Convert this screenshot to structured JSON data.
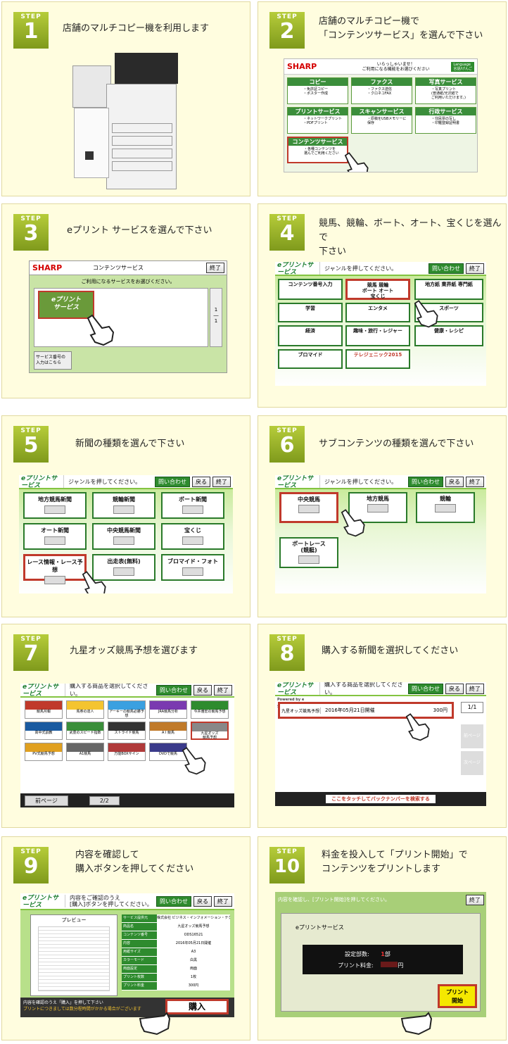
{
  "steps": [
    {
      "label": "STEP",
      "num": "1",
      "text": "店舗のマルチコピー機を利用します"
    },
    {
      "label": "STEP",
      "num": "2",
      "text": "店舗のマルチコピー機で\n「コンテンツサービス」を選んで下さい"
    },
    {
      "label": "STEP",
      "num": "3",
      "text": "eプリント サービスを選んで下さい"
    },
    {
      "label": "STEP",
      "num": "4",
      "text": "競馬、競輪、ボート、オート、宝くじを選んで\n下さい"
    },
    {
      "label": "STEP",
      "num": "5",
      "text": "新聞の種類を選んで下さい"
    },
    {
      "label": "STEP",
      "num": "6",
      "text": "サブコンテンツの種類を選んで下さい"
    },
    {
      "label": "STEP",
      "num": "7",
      "text": "九星オッズ競馬予想を選びます"
    },
    {
      "label": "STEP",
      "num": "8",
      "text": "購入する新聞を選択してください"
    },
    {
      "label": "STEP",
      "num": "9",
      "text": "内容を確認して\n購入ボタンを押してください"
    },
    {
      "label": "STEP",
      "num": "10",
      "text": "料金を投入して「プリント開始」で\nコンテンツをプリントします"
    }
  ],
  "s2": {
    "brand": "SHARP",
    "welcome": "いらっしゃいませ！\nご利用になる機能をお選びください",
    "lang": "Language\n言語/げんご",
    "tiles": [
      {
        "t": "コピー",
        "d": "・免許証コピー\n・ポスター作成",
        "m": "など"
      },
      {
        "t": "ファクス",
        "d": "・ファクス送信\n・クロネコFAX",
        "m": ""
      },
      {
        "t": "写真サービス",
        "d": "・写真プリント\n(普通紙/光沢紙で\nご利用いただけます。)",
        "m": ""
      },
      {
        "t": "プリントサービス",
        "d": "・ネットワークプリント\n・PDFプリント",
        "m": "など"
      },
      {
        "t": "スキャンサービス",
        "d": "・原稿をUSBメモリーに\n保存",
        "m": ""
      },
      {
        "t": "行政サービス",
        "d": "・住民票の写し\n・印鑑登録証明書",
        "m": "など"
      },
      {
        "t": "コンテンツサービス",
        "d": "・各種コンテンツを\n選んでご利用ください",
        "m": ""
      }
    ]
  },
  "s3": {
    "brand": "SHARP",
    "title": "コンテンツサービス",
    "end": "終了",
    "msg": "ご利用になるサービスをお選びください。",
    "eprint": "eプリント\nサービス",
    "page": "1\n―\n1",
    "svc": "サービス番号の\n入力はこちら"
  },
  "ep": {
    "logo": "eプリントサービス",
    "powered": "Powered by e SHINBUN",
    "genre": "ジャンルを押してください。",
    "product": "購入する商品を選択してください。",
    "inquiry": "問い合わせ",
    "back": "戻る",
    "end": "終了"
  },
  "s4": {
    "tiles": [
      "コンテンツ番号入力",
      "競馬 競輪\nボート オート\n宝くじ",
      "地方紙 業界紙 専門紙",
      "学習",
      "エンタメ",
      "スポーツ",
      "経済",
      "趣味・旅行・レジャー",
      "健康・レシピ",
      "ブロマイド",
      "テレジェニック2015"
    ]
  },
  "s5": {
    "tiles": [
      "地方競馬新聞",
      "競輪新聞",
      "ボート新聞",
      "オート新聞",
      "中央競馬新聞",
      "宝くじ",
      "レース情報・レース予想",
      "出走表(無料)",
      "ブロマイド・フォト"
    ]
  },
  "s6": {
    "tiles": [
      "中央競馬",
      "地方競馬",
      "競輪",
      "ボートレース\n(競艇)"
    ]
  },
  "s7": {
    "tiles": [
      "競馬月報",
      "馬券の達人",
      "アーキーの競馬必勝予想",
      "JRA競馬分析",
      "今井雅宏の競馬予想",
      "高中式調教",
      "武豊のスピード指数",
      "ストライド競馬",
      "A I 競馬",
      "九星オッズ\n競馬予想",
      "PV式競馬予想",
      "A1競馬",
      "万能BOXサイン",
      "DVDで競馬"
    ],
    "prev": "前ページ",
    "page": "2/2"
  },
  "s8": {
    "item_date": "2016年05月21日開催",
    "item_price": "300円",
    "item_name": "九星オッズ競馬予想",
    "page": "1/1",
    "prev": "前ページ",
    "next": "次ページ",
    "backnum": "ここをタッチしてバックナンバーを検索する"
  },
  "s9": {
    "header": "内容をご確認のうえ\n[購入]ボタンを押してください。",
    "preview": "プレビュー",
    "rows": [
      [
        "サービス提供元",
        "株式会社 ビジネス・インフォメーション・テクノロジー"
      ],
      [
        "商品名",
        "九星オッズ競馬予想"
      ],
      [
        "コンテンツ番号",
        "ODS16521"
      ],
      [
        "内容",
        "2016年05月21日開催"
      ],
      [
        "用紙サイズ",
        "A3"
      ],
      [
        "カラーモード",
        "白黒"
      ],
      [
        "両面設定",
        "両面"
      ],
      [
        "プリント枚数",
        "1枚"
      ],
      [
        "プリント料金",
        "300円"
      ]
    ],
    "note": "内容を確認のうえ「購入」を押して下さい",
    "note2": "プリントにつきましては数分程時間がかかる場合がございます",
    "buy": "購入"
  },
  "s10": {
    "top": "内容を確認し、[プリント開始]を押してください。",
    "end": "終了",
    "title": "eプリントサービス",
    "copies_label": "設定部数:",
    "copies": "1",
    "copies_unit": "部",
    "fee_label": "プリント料金:",
    "fee_unit": "円",
    "start": "プリント\n開始"
  }
}
